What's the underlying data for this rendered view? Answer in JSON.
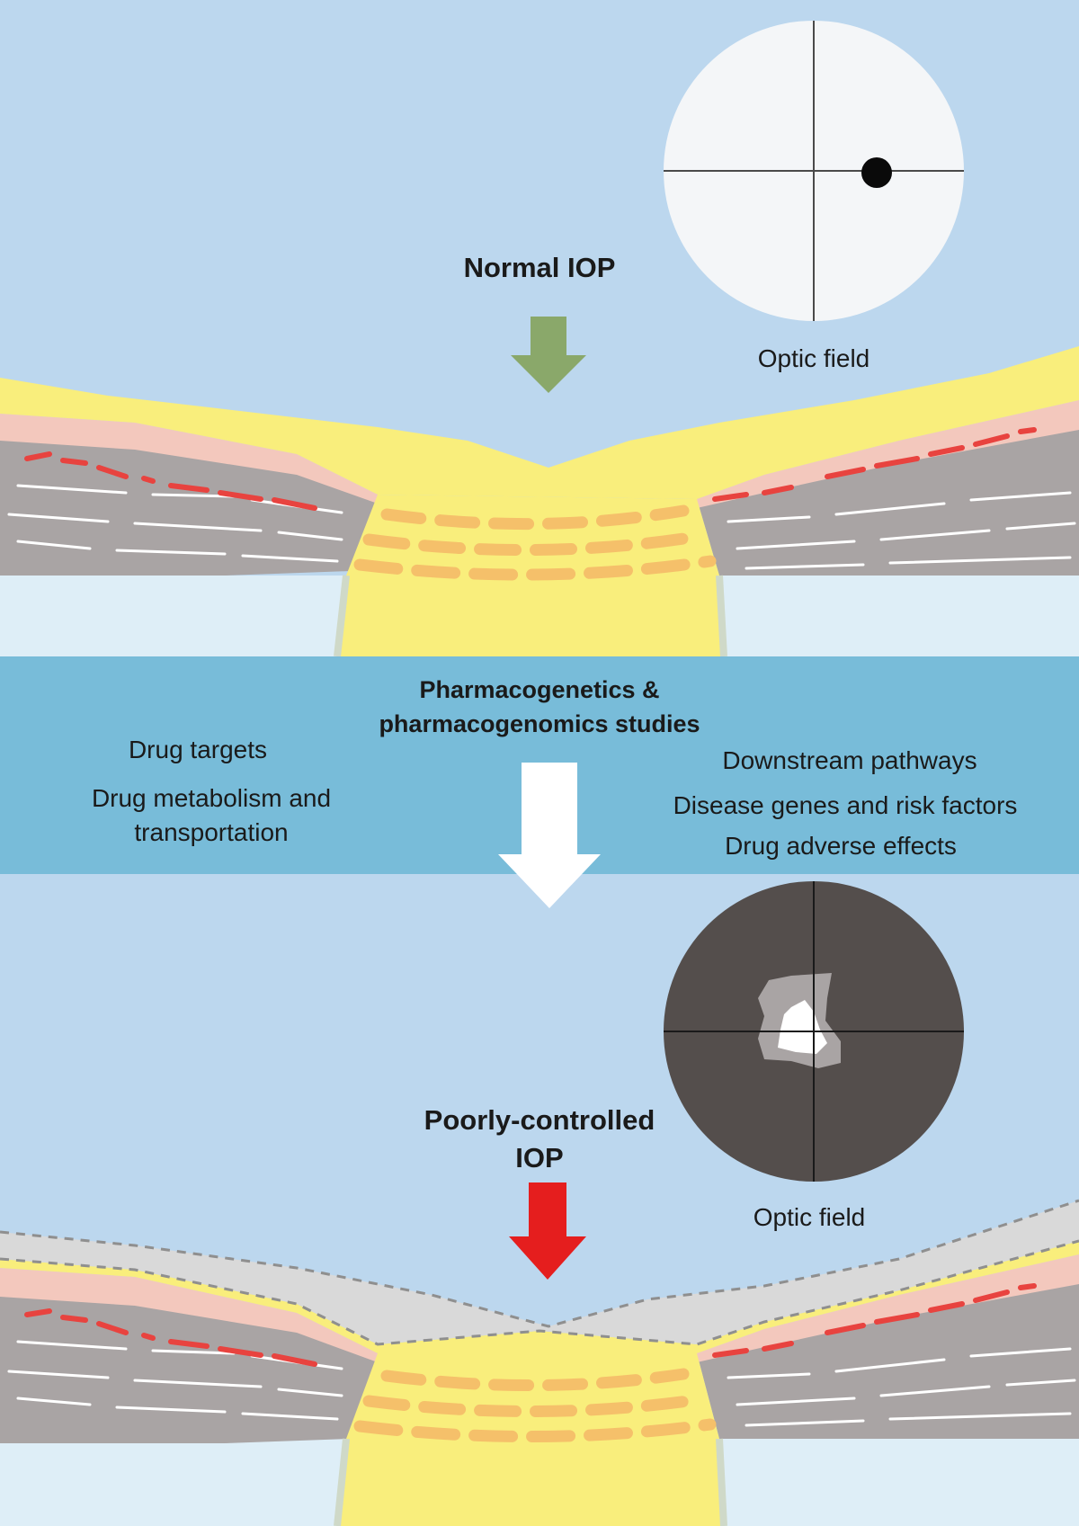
{
  "top_panel": {
    "title": "Normal IOP",
    "optic_field_label": "Optic field"
  },
  "middle_band": {
    "title_line1": "Pharmacogenetics  &",
    "title_line2": "pharmacogenomics  studies",
    "left_items": [
      "Drug targets",
      "Drug metabolism  and",
      "transportation"
    ],
    "right_items": [
      "Downstream pathways",
      "Disease genes and risk factors",
      "Drug adverse effects"
    ]
  },
  "bottom_panel": {
    "title_line1": "Poorly-controlled",
    "title_line2": "IOP",
    "optic_field_label": "Optic field"
  },
  "colors": {
    "background_blue": "#bcd7ee",
    "band_blue": "#78bcd9",
    "pale_blue": "#deeef7",
    "nerve_yellow": "#f9ee7c",
    "tissue_gray": "#a9a4a4",
    "vessel_red": "#e8433f",
    "fiber_orange": "#f5c06a",
    "normal_arrow_green": "#8aa86a",
    "poor_arrow_red": "#e51e1e",
    "cup_gray": "#d9d9d9",
    "field_dark": "#544e4c"
  }
}
